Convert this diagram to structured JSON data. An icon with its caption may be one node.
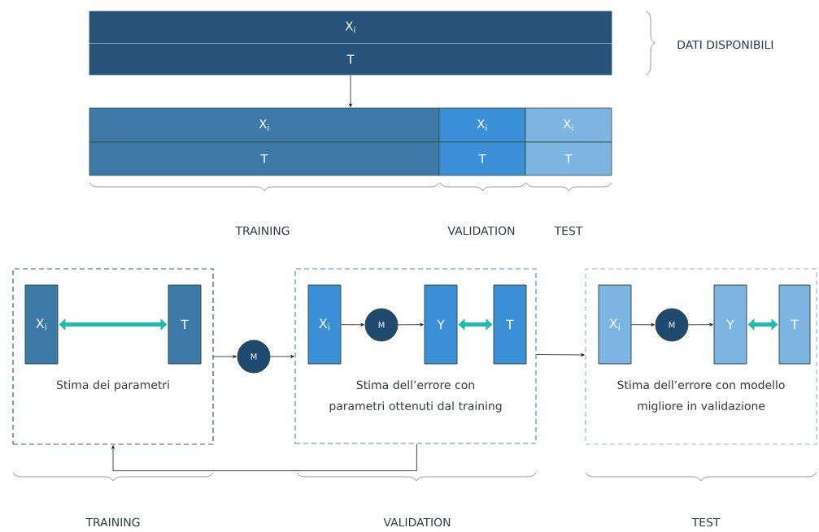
{
  "diagram": {
    "nodes": [
      {
        "text": [
          "X$_{i}$"
        ]
      },
      {
        "text": [
          "T"
        ]
      },
      {
        "text": [
          "X$_{i}$"
        ]
      },
      {
        "text": [
          "X$_{i}$"
        ]
      },
      {
        "text": [
          "X$_{i}$"
        ]
      },
      {
        "text": [
          "T"
        ]
      },
      {
        "text": [
          "T"
        ]
      },
      {
        "text": [
          "T"
        ]
      },
      {
        "text": [
          "Stima dei parametri"
        ]
      },
      {
        "text": [
          "X$_{i}$"
        ],
        "in": 8
      },
      {
        "text": [
          "T"
        ],
        "in": 8
      },
      {
        "text": [
          "M"
        ]
      },
      {
        "text": [
          "Stima dell’errore con parametri ottenuti dal training"
        ]
      },
      {
        "text": [
          "X$_{i}$"
        ],
        "in": 12
      },
      {
        "text": [
          "M"
        ],
        "in": 12
      },
      {
        "text": [
          "Y"
        ],
        "in": 12
      },
      {
        "text": [
          "T"
        ],
        "in": 12
      },
      {
        "text": [
          "Stima dell’errore con modello migliore in validazione"
        ]
      },
      {
        "text": [
          "X$_{i}$"
        ],
        "in": 17
      },
      {
        "text": [
          "M"
        ],
        "in": 17
      },
      {
        "text": [
          "Y"
        ],
        "in": 17
      },
      {
        "text": [
          "T"
        ],
        "in": 17
      }
    ],
    "edges": [
      {
        "from": 1,
        "to": 2,
        "arrow": "to"
      },
      {
        "from": 9,
        "to": 10,
        "arrow": "both",
        "style": "thick",
        "color": "#1fbcac"
      },
      {
        "from": 8,
        "to": 11,
        "arrow": "to"
      },
      {
        "from": 11,
        "to": 12,
        "arrow": "to"
      },
      {
        "from": 13,
        "to": 14,
        "arrow": "to"
      },
      {
        "from": 14,
        "to": 15,
        "arrow": "to"
      },
      {
        "from": 15,
        "to": 16,
        "arrow": "both",
        "style": "thick",
        "color": "#1fbcac"
      },
      {
        "from": 12,
        "to": 17,
        "arrow": "to"
      },
      {
        "from": 12,
        "to": 8,
        "arrow": "to"
      },
      {
        "from": 18,
        "to": 19,
        "arrow": "to"
      },
      {
        "from": 19,
        "to": 20,
        "arrow": "to"
      },
      {
        "from": 20,
        "to": 21,
        "arrow": "both",
        "style": "thick",
        "color": "#1fbcac"
      }
    ],
    "labels": [
      "DATI DISPONIBILI",
      "TRAINING",
      "VALIDATION",
      "TEST",
      "TRAINING",
      "VALIDATION",
      "TEST"
    ]
  }
}
